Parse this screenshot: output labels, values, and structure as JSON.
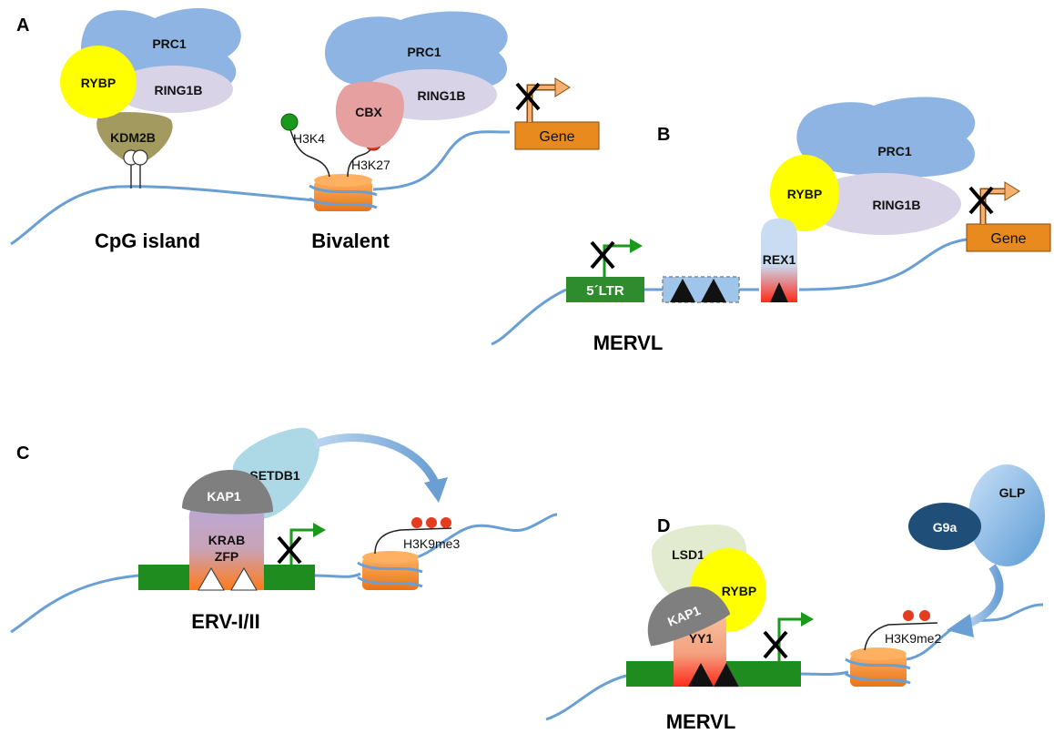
{
  "panels": {
    "A": {
      "letter": "A",
      "prc1_left": "PRC1",
      "ring1b_left": "RING1B",
      "rybp": "RYBP",
      "kdm2b": "KDM2B",
      "prc1_right": "PRC1",
      "ring1b_right": "RING1B",
      "cbx": "CBX",
      "h3k4": "H3K4",
      "h3k27": "H3K27",
      "gene": "Gene",
      "cpg_label": "CpG island",
      "bivalent_label": "Bivalent"
    },
    "B": {
      "letter": "B",
      "prc1": "PRC1",
      "rybp": "RYBP",
      "ring1b": "RING1B",
      "rex1": "REX1",
      "gene": "Gene",
      "ltr": "5´LTR",
      "mervl_label": "MERVL"
    },
    "C": {
      "letter": "C",
      "setdb1": "SETDB1",
      "kap1": "KAP1",
      "krab_line1": "KRAB",
      "krab_line2": "ZFP",
      "h3k9me3": "H3K9me3",
      "erv_label": "ERV-I/II"
    },
    "D": {
      "letter": "D",
      "lsd1": "LSD1",
      "rybp": "RYBP",
      "kap1": "KAP1",
      "yy1": "YY1",
      "glp": "GLP",
      "g9a": "G9a",
      "h3k9me2": "H3K9me2",
      "mervl_label": "MERVL"
    }
  },
  "colors": {
    "prc1": "#8db4e2",
    "ring1b": "#d9d3e8",
    "rybp": "#ffff00",
    "kdm2b": "#a39a60",
    "cbx": "#e6a0a0",
    "gene": "#e88a1e",
    "ltr": "#2e8b2e",
    "dna": "#6a9fd4",
    "nucleosome": "#f28c28",
    "kap1": "#7f7f7f",
    "setdb1": "#add8e6",
    "g9a": "#1f4e79",
    "red_mark": "#e53b1f",
    "green_mark": "#1a9a1a"
  }
}
